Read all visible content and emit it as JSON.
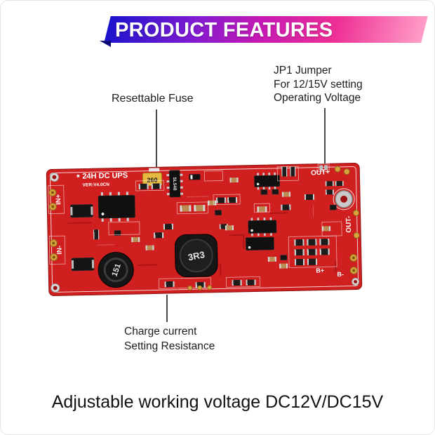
{
  "banner": {
    "title": "PRODUCT FEATURES"
  },
  "callouts": {
    "fuse": {
      "label": "Resettable Fuse"
    },
    "jumper": {
      "lines": [
        "JP1 Jumper",
        "For 12/15V setting",
        "Operating Voltage"
      ]
    },
    "charge": {
      "lines": [
        "Charge current",
        "Setting Resistance"
      ]
    }
  },
  "pcb": {
    "silkscreen": {
      "title": "24H DC UPS",
      "version": "VER:V4.0CN",
      "in_plus": "IN+",
      "in_minus": "IN-",
      "out_plus": "OUT+",
      "out_minus": "OUT-",
      "b_plus": "B+",
      "b_minus": "B-"
    },
    "components": {
      "fuse": "260",
      "ic_top": "SL548",
      "inductor_large": "3R3",
      "inductor_small": "151"
    }
  },
  "footer": {
    "caption": "Adjustable working voltage DC12V/DC15V"
  },
  "colors": {
    "banner_start": "#1c13cd",
    "banner_mid": "#7c1bd2",
    "banner_magenta": "#c519b4",
    "banner_pink": "#ee2f95",
    "banner_end": "#ff9ec7",
    "pcb_red": "#cf1f1f",
    "pcb_red_dark": "#a81414",
    "fuse_yellow": "#e6b93f",
    "text_dark": "#1c1c1c"
  }
}
